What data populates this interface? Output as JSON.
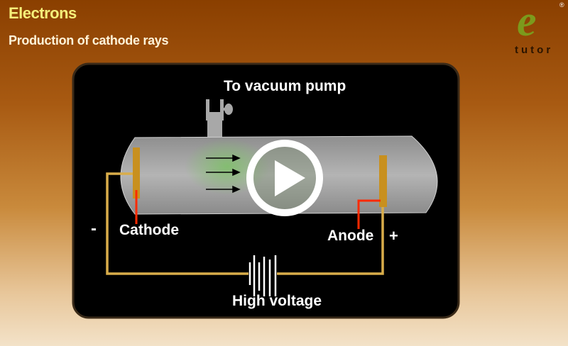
{
  "header": {
    "title": "Electrons",
    "subtitle": "Production of cathode rays"
  },
  "logo": {
    "letter": "e",
    "word": "tutor",
    "registered": "®"
  },
  "diagram": {
    "pump_label": "To vacuum pump",
    "cathode_label": "Cathode",
    "anode_label": "Anode",
    "minus_label": "-",
    "plus_label": "+",
    "voltage_label": "High voltage"
  },
  "player": {
    "play_icon": "play-icon"
  },
  "colors": {
    "title": "#f5f07a",
    "panel": "#000000",
    "tube": "#a3a3a3",
    "electrode": "#c8901f",
    "wire": "#d9ad4a",
    "lead": "#ff2a00",
    "logo": "#7c9a1c"
  }
}
